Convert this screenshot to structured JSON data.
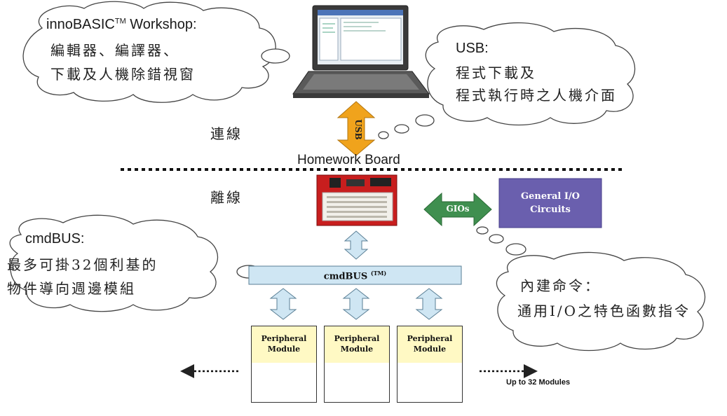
{
  "cloud_workshop": {
    "title_prefix": "innoBASIC",
    "title_sup": "TM",
    "title_suffix": " Workshop:",
    "line1": "編輯器、編譯器、",
    "line2": "下載及人機除錯視窗"
  },
  "cloud_usb": {
    "title": "USB:",
    "line1": "程式下載及",
    "line2": "程式執行時之人機介面"
  },
  "usb_arrow_label": "USB",
  "label_online": "連線",
  "label_offline": "離線",
  "board_title": "Homework Board",
  "gio_arrow_label": "GIOs",
  "general_io_box": {
    "line1": "General I/O",
    "line2": "Circuits",
    "color": "#6a5fae"
  },
  "cloud_cmdbus": {
    "title": "cmdBUS:",
    "line1": "最多可掛32個利基的",
    "line2": "物件導向週邊模組"
  },
  "bus_bar": {
    "label": "cmdBUS",
    "label_sup": "(TM)",
    "color": "#cfe6f3"
  },
  "cloud_builtin": {
    "line1": "內建命令：",
    "line2": "通用I/O之特色函數指令"
  },
  "modules": [
    {
      "line1": "Peripheral",
      "line2": "Module",
      "photo": "lcd-module-photo"
    },
    {
      "line1": "Peripheral",
      "line2": "Module",
      "photo": "keypad-module-photo"
    },
    {
      "line1": "Peripheral",
      "line2": "Module",
      "photo": "red-pcb-module-photo"
    }
  ],
  "up_to_label": "Up to 32 Modules",
  "colors": {
    "usb_arrow": "#f0a31c",
    "gio_arrow": "#3f8f4f",
    "module_header": "#fff9c4",
    "bus_arrows": "#cfe6f3"
  }
}
